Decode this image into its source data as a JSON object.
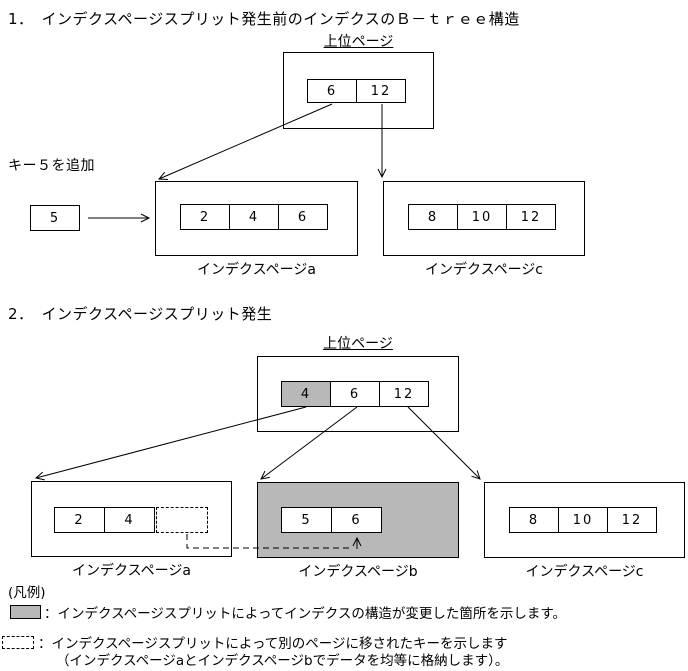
{
  "colors": {
    "highlight_gray": "#b8b8b8",
    "line": "#000000",
    "background": "#ffffff"
  },
  "section1": {
    "title": "1．　インデクスページスプリット発生前のインデクスのＢ－ｔｒｅｅ構造",
    "root_label": "上位ページ",
    "root_cells": [
      "6",
      "12"
    ],
    "key_note": "キー５を追加",
    "key_value": "5",
    "page_a": {
      "label": "インデクスページa",
      "cells": [
        "2",
        "4",
        "6"
      ]
    },
    "page_c": {
      "label": "インデクスページc",
      "cells": [
        "8",
        "10",
        "12"
      ]
    }
  },
  "section2": {
    "title": "2．　インデクスページスプリット発生",
    "root_label": "上位ページ",
    "root_cells": [
      "4",
      "6",
      "12"
    ],
    "page_a": {
      "label": "インデクスページa",
      "cells": [
        "2",
        "4"
      ]
    },
    "page_b": {
      "label": "インデクスページb",
      "cells": [
        "5",
        "6"
      ]
    },
    "page_c": {
      "label": "インデクスページc",
      "cells": [
        "8",
        "10",
        "12"
      ]
    }
  },
  "legend": {
    "title": "(凡例)",
    "item1_text": "：インデクスページスプリットによってインデクスの構造が変更した箇所を示します。",
    "item2_text": "：インデクスページスプリットによって別のページに移されたキーを示します",
    "item2_text2": "（インデクスページaとインデクスページbでデータを均等に格納します）。"
  }
}
